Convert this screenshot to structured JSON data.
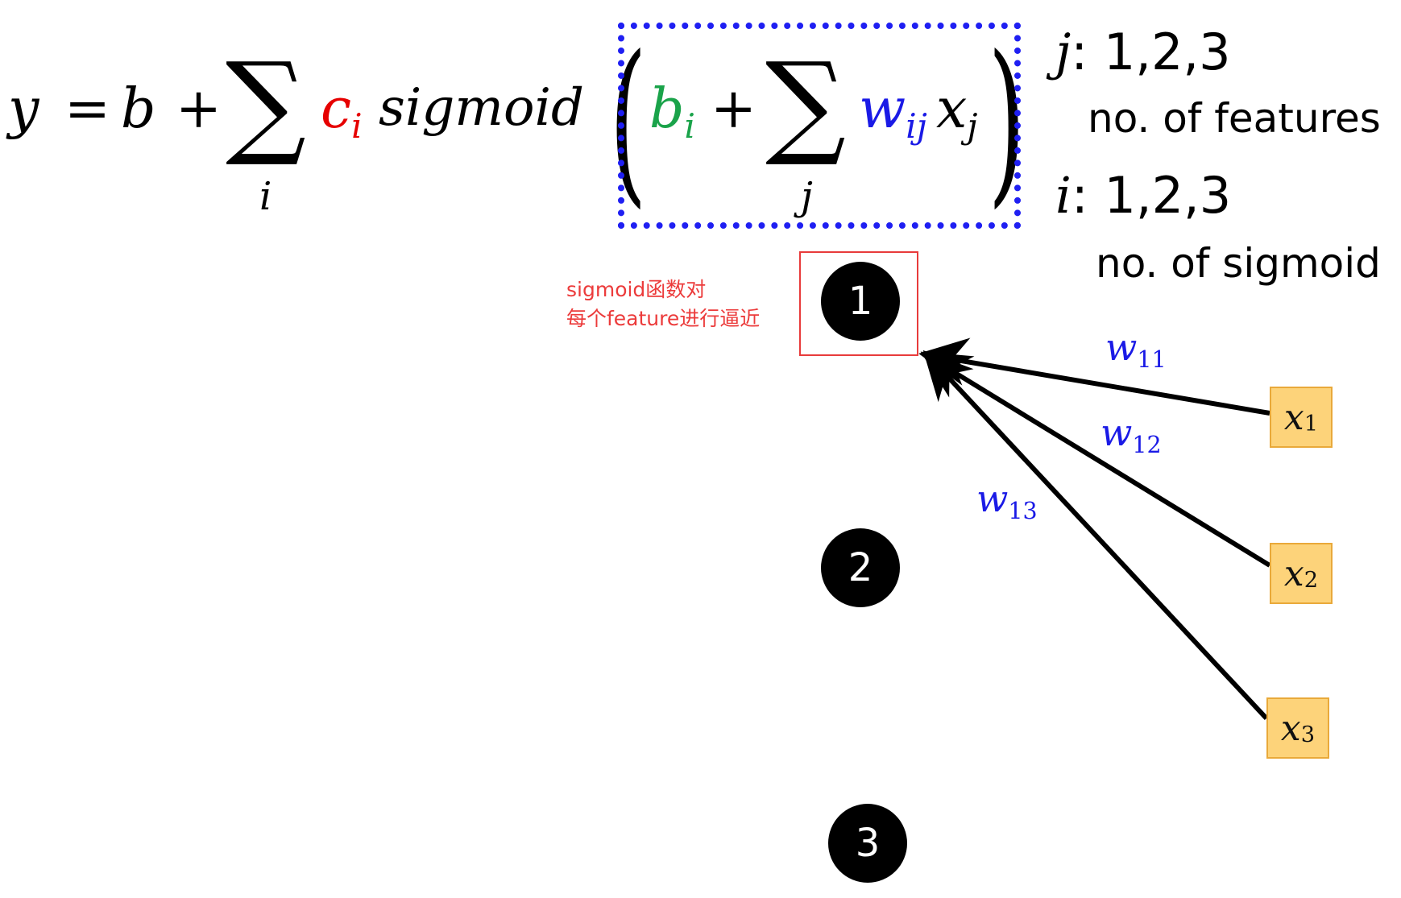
{
  "formula": {
    "y": "y",
    "eq": "=",
    "b": "b",
    "plus": "+",
    "sum": "∑",
    "sum_index_i": "i",
    "c": "c",
    "c_sub": "i",
    "sigmoid": "sigmoid",
    "lparen": "(",
    "b_inner": "b",
    "b_inner_sub": "i",
    "plus_inner": "+",
    "sum_inner": "∑",
    "sum_index_j": "j",
    "w": "w",
    "w_sub": "ij",
    "x": "x",
    "x_sub": "j",
    "rparen": ")"
  },
  "ranges": {
    "j_var": "j",
    "j_values": ": 1,2,3",
    "j_desc": "no. of features",
    "i_var": "i",
    "i_values": ": 1,2,3",
    "i_desc": "no. of sigmoid"
  },
  "annotation": {
    "line1": "sigmoid函数对",
    "line2": "每个feature进行逼近"
  },
  "nodes": [
    "1",
    "2",
    "3"
  ],
  "inputs": [
    {
      "var": "x",
      "sub": "1"
    },
    {
      "var": "x",
      "sub": "2"
    },
    {
      "var": "x",
      "sub": "3"
    }
  ],
  "weights": [
    {
      "var": "w",
      "sub": "11"
    },
    {
      "var": "w",
      "sub": "12"
    },
    {
      "var": "w",
      "sub": "13"
    }
  ],
  "colors": {
    "c_red": "#e60000",
    "b_green": "#1aa34a",
    "w_blue": "#1a1ae6",
    "box_blue": "#1f1ff2",
    "note_red": "#ec3b3b",
    "input_fill": "#fdd37a"
  }
}
